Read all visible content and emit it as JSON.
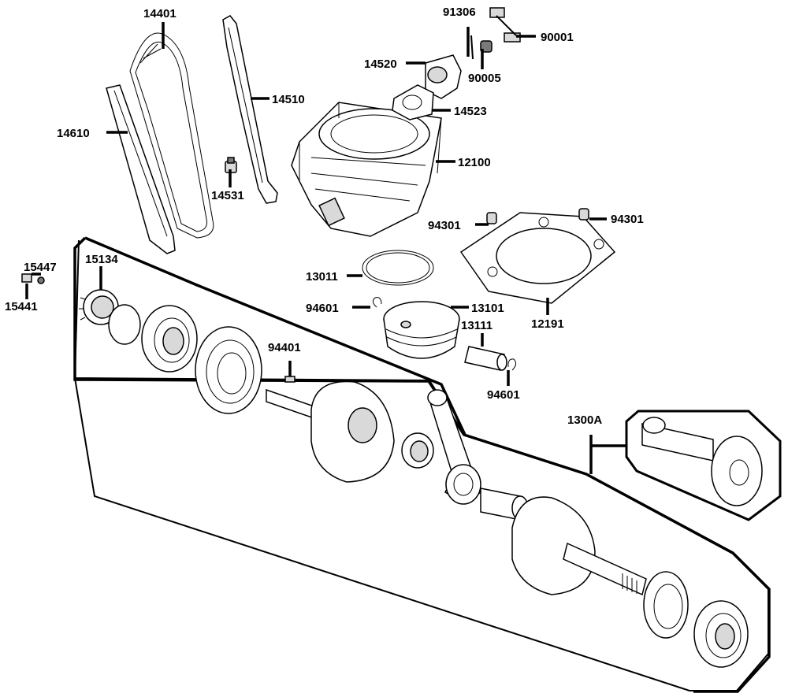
{
  "diagram": {
    "labels": {
      "p14401": "14401",
      "p14510": "14510",
      "p14610": "14610",
      "p14531": "14531",
      "p91306": "91306",
      "p90001": "90001",
      "p14520": "14520",
      "p90005": "90005",
      "p14523": "14523",
      "p12100": "12100",
      "p94301a": "94301",
      "p94301b": "94301",
      "p13011": "13011",
      "p12191": "12191",
      "p94601a": "94601",
      "p13101": "13101",
      "p13111": "13111",
      "p94601b": "94601",
      "p15447": "15447",
      "p15441": "15441",
      "p15134": "15134",
      "p94401": "94401",
      "p1300A": "1300A"
    }
  }
}
